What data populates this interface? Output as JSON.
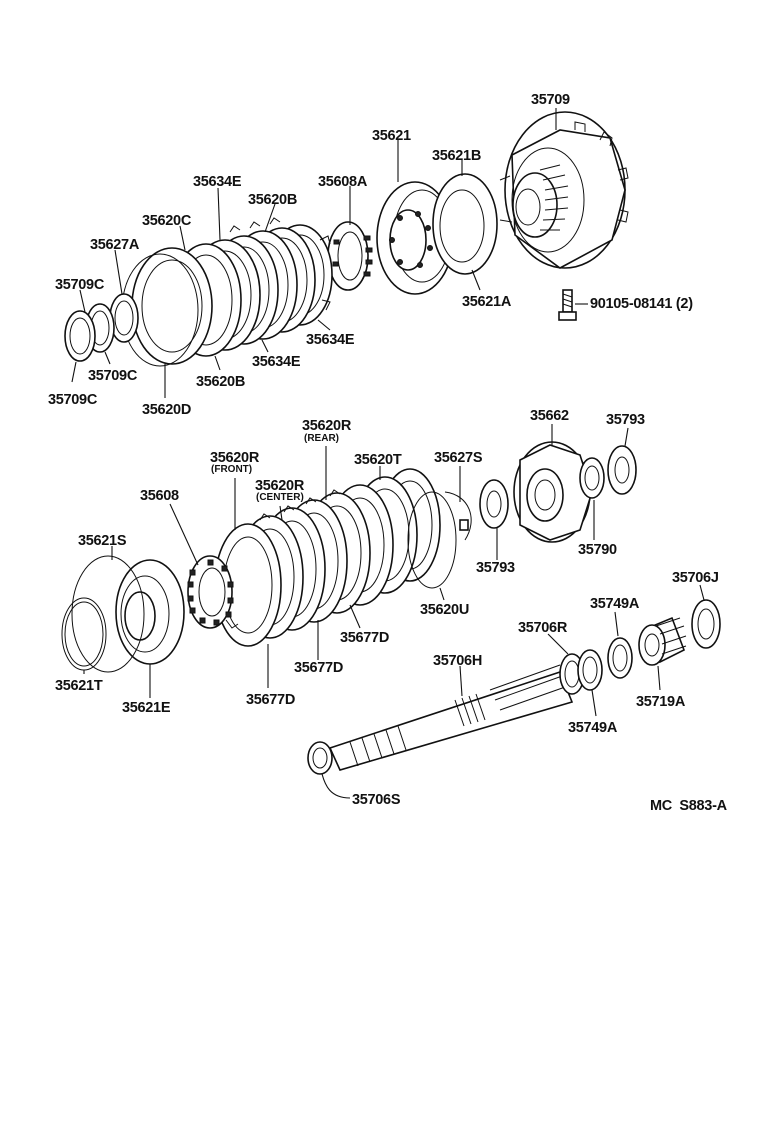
{
  "diagram_code": "MC  S883-A",
  "labels": {
    "p35709": "35709",
    "p35621": "35621",
    "p35621B": "35621B",
    "p35608A": "35608A",
    "p35634E_top": "35634E",
    "p35620B_top": "35620B",
    "p35620C": "35620C",
    "p35627A": "35627A",
    "p35709C_top": "35709C",
    "p35621A": "35621A",
    "p90105": "90105-08141 (2)",
    "p35634E_right": "35634E",
    "p35634E_bottom": "35634E",
    "p35620B_bottom": "35620B",
    "p35709C_mid": "35709C",
    "p35709C_bottom": "35709C",
    "p35620D": "35620D",
    "p35620R_rear": "35620R",
    "p35620R_rear_sub": "(REAR)",
    "p35620R_front": "35620R",
    "p35620R_front_sub": "(FRONT)",
    "p35620R_center": "35620R",
    "p35620R_center_sub": "(CENTER)",
    "p35620T": "35620T",
    "p35627S": "35627S",
    "p35662": "35662",
    "p35793_top": "35793",
    "p35608": "35608",
    "p35621S": "35621S",
    "p35790": "35790",
    "p35793_bottom": "35793",
    "p35706J": "35706J",
    "p35620U": "35620U",
    "p35749A_top": "35749A",
    "p35677D_right": "35677D",
    "p35706R": "35706R",
    "p35621T": "35621T",
    "p35677D_mid": "35677D",
    "p35706H": "35706H",
    "p35719A": "35719A",
    "p35621E": "35621E",
    "p35677D_bottom": "35677D",
    "p35749A_bottom": "35749A",
    "p35706S": "35706S"
  }
}
